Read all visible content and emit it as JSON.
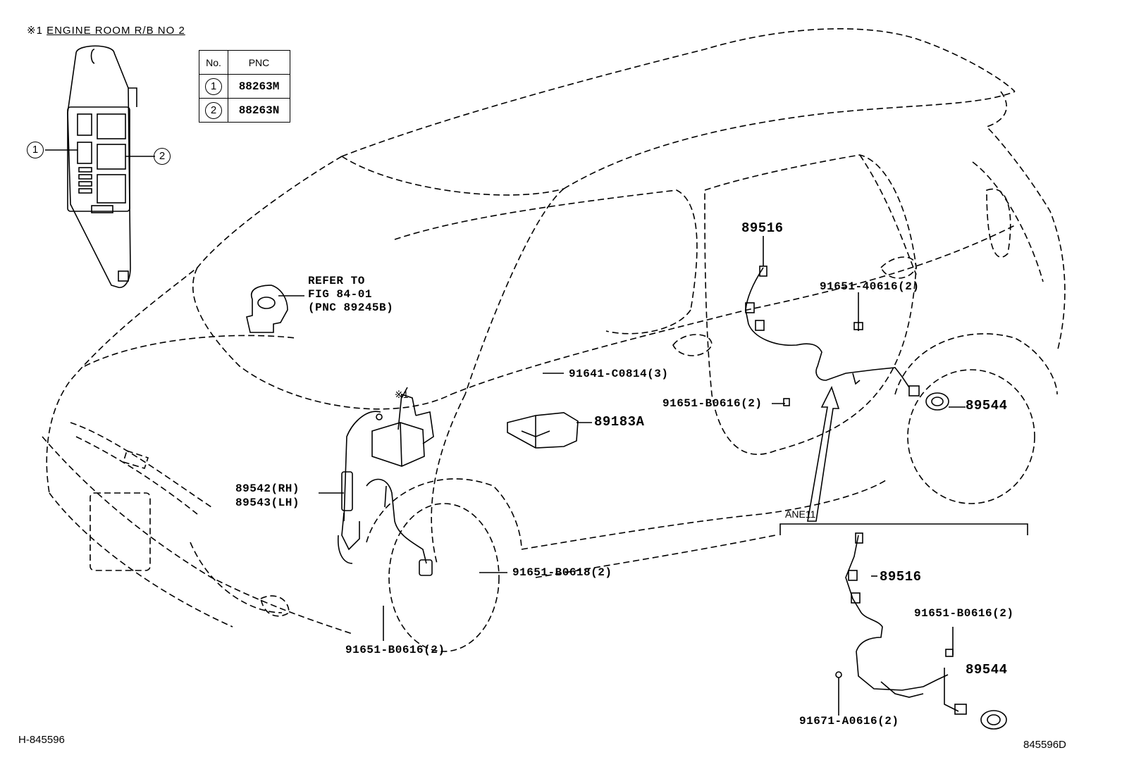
{
  "inset_title": {
    "mark": "※1",
    "text": "ENGINE ROOM R/B NO 2"
  },
  "relay_block_callouts": [
    "1",
    "2"
  ],
  "pnc_table": {
    "headers": [
      "No.",
      "PNC"
    ],
    "rows": [
      {
        "no": "1",
        "pnc": "88263M"
      },
      {
        "no": "2",
        "pnc": "88263N"
      }
    ]
  },
  "refer_note": {
    "line1": "REFER TO",
    "line2": "FIG 84-01",
    "line3": "(PNC 89245B)"
  },
  "marker_star1": "※1",
  "part_labels": {
    "p89516": "89516",
    "p91651_40616": "91651-40616(2)",
    "p91641_c0814": "91641-C0814(3)",
    "p91651_b0616_rear": "91651-B0616(2)",
    "p89544": "89544",
    "p89183a": "89183A",
    "p89542": "89542(RH)",
    "p89543": "89543(LH)",
    "p91651_b0618": "91651-B0618(2)",
    "p91651_b0616_front": "91651-B0616(2)"
  },
  "variant": {
    "name": "ANE11",
    "p89516": "89516",
    "p91651_b0616": "91651-B0616(2)",
    "p89544": "89544",
    "p91671_a0616": "91671-A0616(2)"
  },
  "footer": {
    "left_code": "H-845596",
    "right_code": "845596D"
  }
}
